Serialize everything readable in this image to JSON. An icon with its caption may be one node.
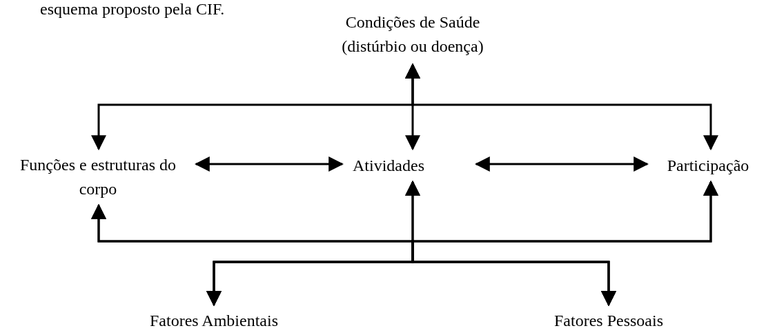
{
  "diagram": {
    "nodes": [
      {
        "text": [
          "Condições de Saúde (distúrbio ou doença)"
        ]
      },
      {
        "text": [
          "Funções e estruturas do corpo"
        ]
      },
      {
        "text": [
          "Atividades"
        ]
      },
      {
        "text": [
          "Participação"
        ]
      },
      {
        "text": [
          "Fatores Ambientais"
        ]
      },
      {
        "text": [
          "Fatores Pessoais"
        ]
      }
    ],
    "edges": [
      {
        "from": 0,
        "to": 2,
        "arrow": "both"
      },
      {
        "from": 0,
        "to": 1,
        "arrow": "both"
      },
      {
        "from": 0,
        "to": 3,
        "arrow": "both"
      },
      {
        "from": 1,
        "to": 2,
        "arrow": "both"
      },
      {
        "from": 2,
        "to": 3,
        "arrow": "both"
      },
      {
        "from": 4,
        "to": 1,
        "arrow": "both"
      },
      {
        "from": 4,
        "to": 2,
        "arrow": "both"
      },
      {
        "from": 4,
        "to": 3,
        "arrow": "both"
      },
      {
        "from": 5,
        "to": 1,
        "arrow": "both"
      },
      {
        "from": 5,
        "to": 2,
        "arrow": "both"
      },
      {
        "from": 5,
        "to": 3,
        "arrow": "both"
      }
    ],
    "labels": [
      "esquema proposto pela CIF."
    ]
  }
}
